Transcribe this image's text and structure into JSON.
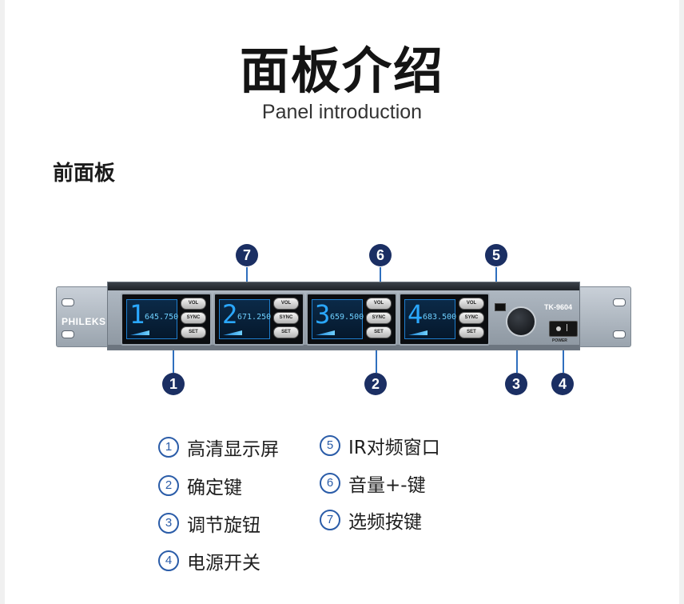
{
  "header": {
    "title": "面板介绍",
    "subtitle": "Panel introduction",
    "section": "前面板"
  },
  "device": {
    "brand": "PHILEKS",
    "model": "TK-9604",
    "power_label": "POWER",
    "button_labels": {
      "vol": "VOL",
      "sync": "SYNC",
      "set": "SET"
    },
    "channels": [
      {
        "number": "1",
        "frequency": "645.750"
      },
      {
        "number": "2",
        "frequency": "671.250"
      },
      {
        "number": "3",
        "frequency": "659.500"
      },
      {
        "number": "4",
        "frequency": "683.500"
      }
    ]
  },
  "callouts": [
    "1",
    "2",
    "3",
    "4",
    "5",
    "6",
    "7"
  ],
  "legend": [
    {
      "num": "1",
      "label": "高清显示屏"
    },
    {
      "num": "2",
      "label": "确定键"
    },
    {
      "num": "3",
      "label": "调节旋钮"
    },
    {
      "num": "4",
      "label": "电源开关"
    },
    {
      "num": "5",
      "label": "IR对频窗口"
    },
    {
      "num": "6",
      "label": "音量+-键"
    },
    {
      "num": "7",
      "label": "选频按键"
    }
  ],
  "colors": {
    "badge": "#1b2f63",
    "accent_blue": "#2a5ca8",
    "lcd": "#2aa8ff"
  }
}
